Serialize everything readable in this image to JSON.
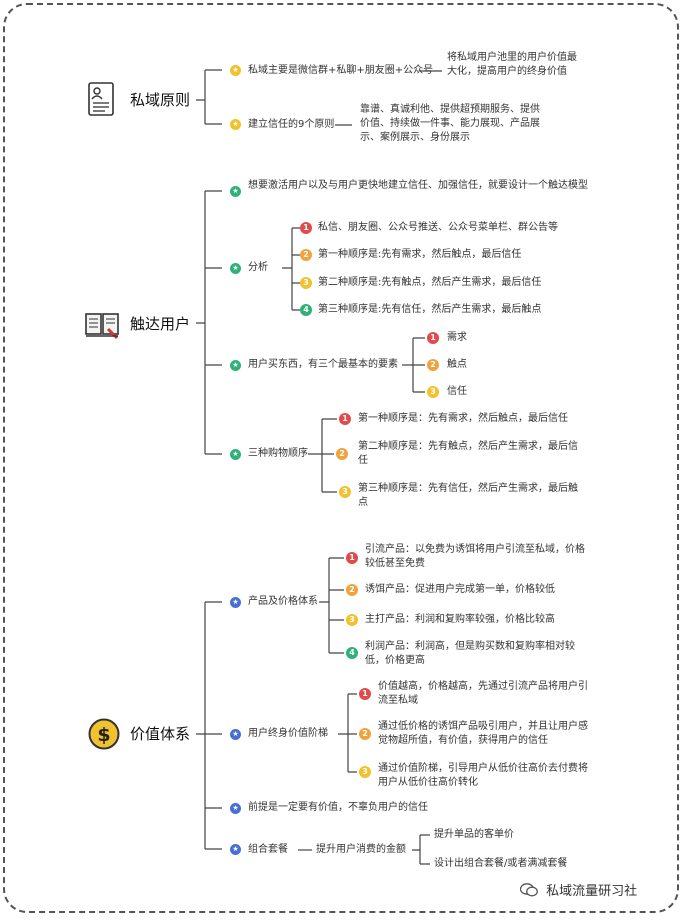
{
  "sections": {
    "s1": {
      "title": "私域原则",
      "icon": "resume-document-icon",
      "items": [
        {
          "text": "私域主要是微信群+私聊+朋友圈+公众号",
          "detail": "将私域用户池里的用户价值最大化，提高用户的终身价值"
        },
        {
          "text": "建立信任的9个原则",
          "detail": "靠谱、真诚利他、提供超预期服务、提供价值、持续做一件事、能力展现、产品展示、案例展示、身份展示"
        }
      ]
    },
    "s2": {
      "title": "触达用户",
      "icon": "open-book-icon",
      "items": [
        {
          "text": "想要激活用户以及与用户更快地建立信任、加强信任，就要设计一个触达模型"
        },
        {
          "text": "分析",
          "children": [
            "私信、朋友圈、公众号推送、公众号菜单栏、群公告等",
            "第一种顺序是:先有需求，然后触点，最后信任",
            "第二种顺序是:先有触点，然后产生需求，最后信任",
            "第三种顺序是:先有信任，然后产生需求，最后触点"
          ]
        },
        {
          "text": "用户买东西，有三个最基本的要素",
          "children": [
            "需求",
            "触点",
            "信任"
          ]
        },
        {
          "text": "三种购物顺序",
          "children": [
            "第一种顺序是：先有需求，然后触点，最后信任",
            "第二种顺序是：先有触点，然后产生需求，最后信任",
            "第三种顺序是：先有信任，然后产生需求，最后触点"
          ]
        }
      ]
    },
    "s3": {
      "title": "价值体系",
      "icon": "dollar-coin-icon",
      "items": [
        {
          "text": "产品及价格体系",
          "children": [
            "引流产品：以免费为诱饵将用户引流至私域，价格较低甚至免费",
            "诱饵产品：促进用户完成第一单，价格较低",
            "主打产品：利润和复购率较强，价格比较高",
            "利润产品：利润高，但是购买数和复购率相对较低，价格更高"
          ]
        },
        {
          "text": "用户终身价值阶梯",
          "children": [
            "价值越高，价格越高，先通过引流产品将用户引流至私域",
            "通过低价格的诱饵产品吸引用户，并且让用户感觉物超所值，有价值，获得用户的信任",
            "通过价值阶梯，引导用户从低价往高价去付费将用户从低价往高价转化"
          ]
        },
        {
          "text": "前提是一定要有价值，不辜负用户的信任"
        },
        {
          "text": "组合套餐",
          "mid": "提升用户消费的金额",
          "children": [
            "提升单品的客单价",
            "设计出组合套餐/或者满减套餐"
          ]
        }
      ]
    }
  },
  "numbers": [
    "1",
    "2",
    "3",
    "4"
  ],
  "watermark": "私域流量研习社",
  "colors": {
    "line": "#444444",
    "yellow": "#f2c12e",
    "green": "#2fb27a",
    "blue": "#4a6fd4",
    "red": "#e24b4b",
    "orange": "#f0a33a",
    "num_yellow": "#f2c12e",
    "num_green": "#2fb27a"
  }
}
